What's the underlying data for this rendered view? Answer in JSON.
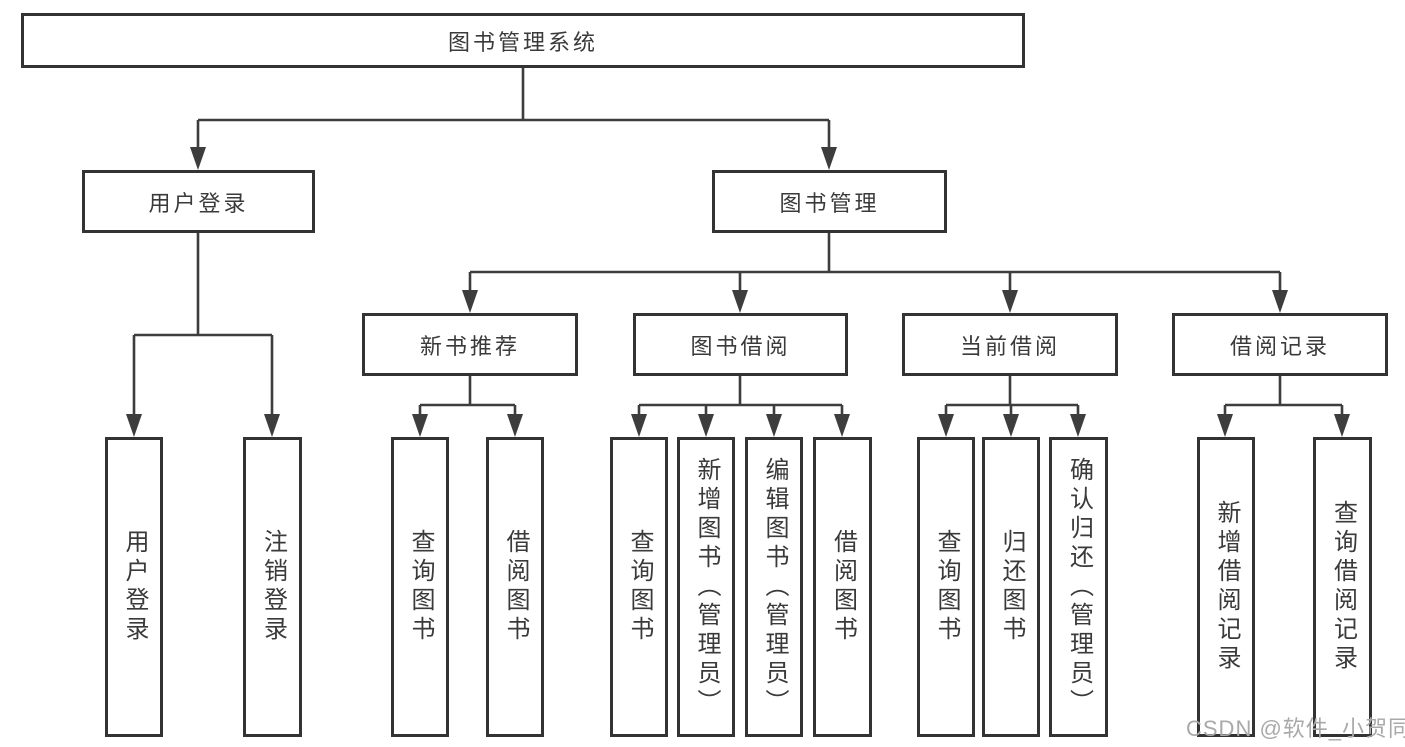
{
  "colors": {
    "line": "#3d3d3d",
    "border": "#333333",
    "text": "#3a3a3a",
    "watermark": "#a9a9a9",
    "background": "#ffffff"
  },
  "watermark": {
    "text": "CSDN @软件_小贺同学"
  },
  "tree": {
    "root": "图书管理系统",
    "children": [
      {
        "label": "用户登录",
        "children": [
          "用户登录",
          "注销登录"
        ]
      },
      {
        "label": "图书管理",
        "children": [
          {
            "label": "新书推荐",
            "children": [
              "查询图书",
              "借阅图书"
            ]
          },
          {
            "label": "图书借阅",
            "children": [
              "查询图书",
              "新增图书（管理员）",
              "编辑图书（管理员）",
              "借阅图书"
            ]
          },
          {
            "label": "当前借阅",
            "children": [
              "查询图书",
              "归还图书",
              "确认归还（管理员）"
            ]
          },
          {
            "label": "借阅记录",
            "children": [
              "新增借阅记录",
              "查询借阅记录"
            ]
          }
        ]
      }
    ]
  }
}
